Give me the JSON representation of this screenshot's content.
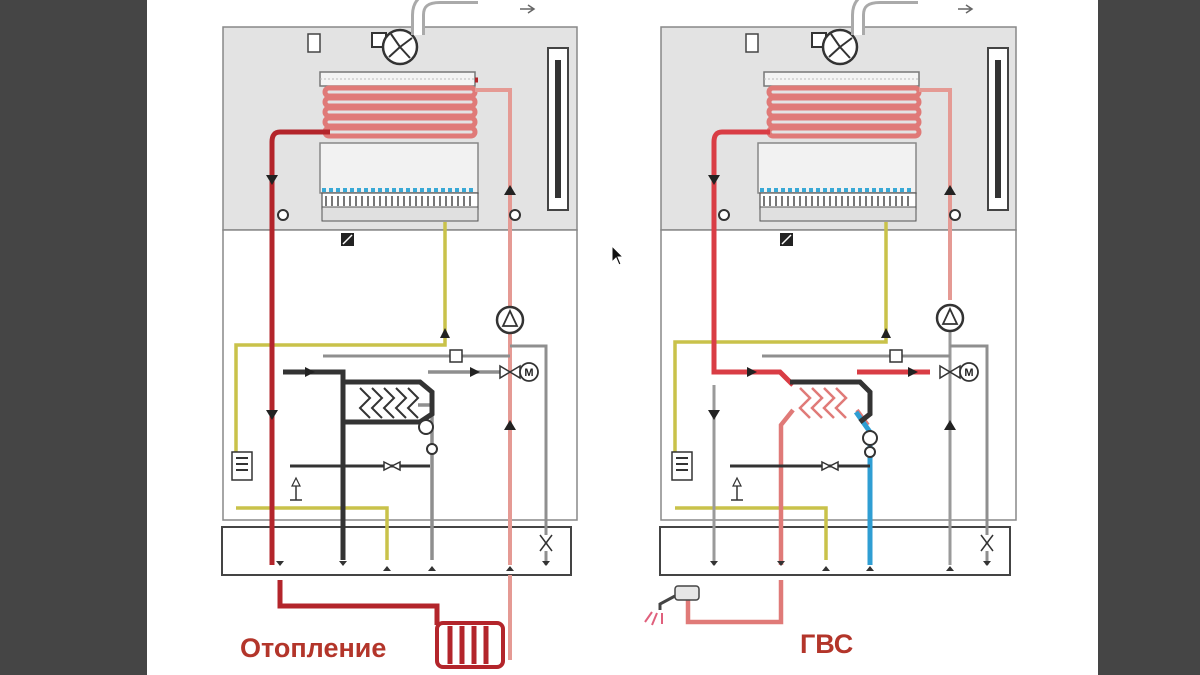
{
  "colors": {
    "hot_water": "#b3252b",
    "return_water": "#e59a94",
    "gas_line": "#c9c24a",
    "dark_line": "#333333",
    "grey_line": "#9a9a9a",
    "cold_water": "#2f9ed3",
    "caption": "#b3352a"
  },
  "left_diagram": {
    "caption": "Отопление",
    "pump_label": "M"
  },
  "right_diagram": {
    "caption": "ГВС",
    "pump_label": "M"
  }
}
